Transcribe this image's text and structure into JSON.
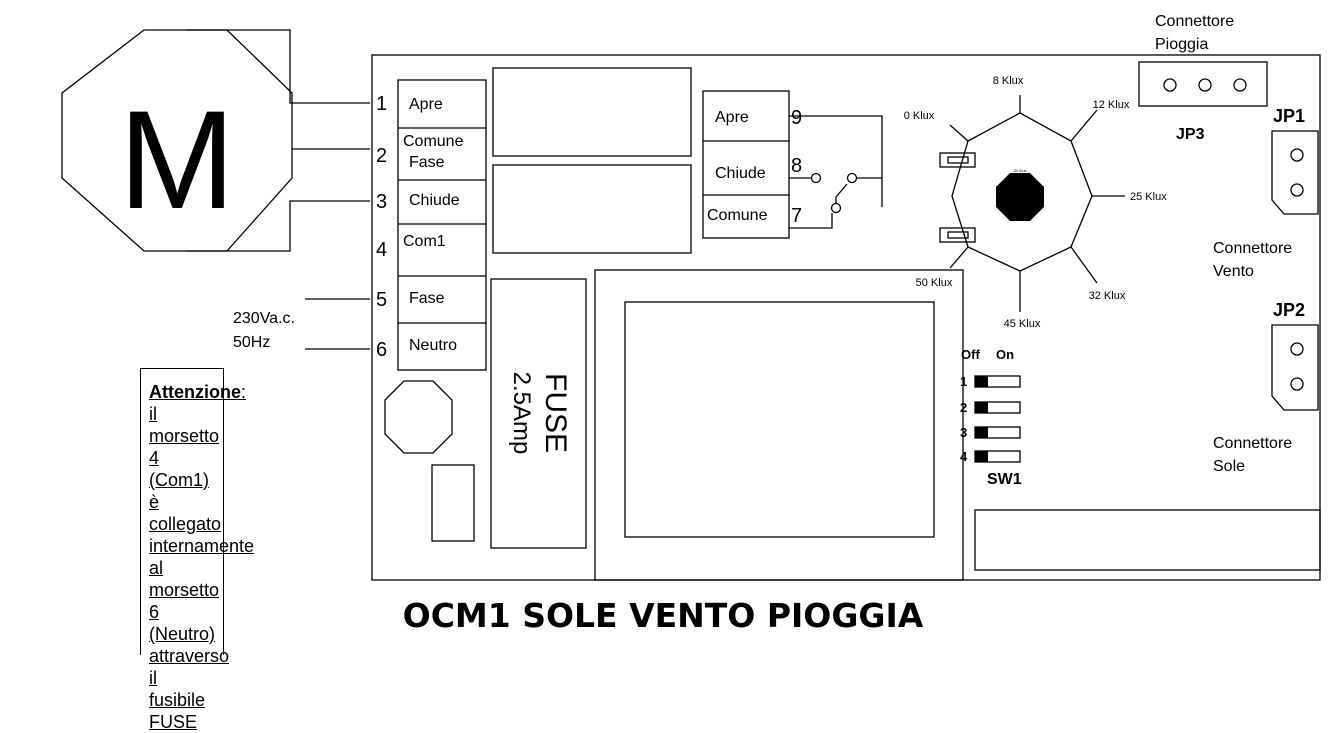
{
  "motor": {
    "letter": "M"
  },
  "terminals": [
    {
      "num": "1",
      "label": "Apre"
    },
    {
      "num": "2",
      "label_line1": "Comune",
      "label_line2": "Fase"
    },
    {
      "num": "3",
      "label": "Chiude"
    },
    {
      "num": "4",
      "label": "Com1"
    },
    {
      "num": "5",
      "label": "Fase"
    },
    {
      "num": "6",
      "label": "Neutro"
    }
  ],
  "supply": {
    "line1": "230Va.c.",
    "line2": "50Hz"
  },
  "relay_terminals": [
    {
      "num": "9",
      "label": "Apre"
    },
    {
      "num": "8",
      "label": "Chiude"
    },
    {
      "num": "7",
      "label": "Comune"
    }
  ],
  "fuse": {
    "line1": "FUSE",
    "line2": "2.5Amp"
  },
  "lux_dial": {
    "center": "25 Klux",
    "marks": [
      "8 Klux",
      "0 Klux",
      "12 Klux",
      "25 Klux",
      "50 Klux",
      "32 Klux",
      "45 Klux"
    ]
  },
  "dip_switch": {
    "off": "Off",
    "on": "On",
    "name": "SW1",
    "positions": [
      "1",
      "2",
      "3",
      "4"
    ]
  },
  "connectors": {
    "rain_line1": "Connettore",
    "rain_line2": "Pioggia",
    "jp3": "JP3",
    "jp1": "JP1",
    "jp2": "JP2",
    "wind_line1": "Connettore",
    "wind_line2": "Vento",
    "sun_line1": "Connettore",
    "sun_line2": "Sole"
  },
  "warning": {
    "bold": "Attenzione",
    "lines": [
      ": il",
      "morsetto 4",
      "(Com1) è",
      "collegato",
      "internamente al",
      "morsetto 6",
      "(Neutro)",
      "attraverso il",
      "fusibile FUSE"
    ]
  },
  "title": "OCM1 SOLE VENTO PIOGGIA"
}
